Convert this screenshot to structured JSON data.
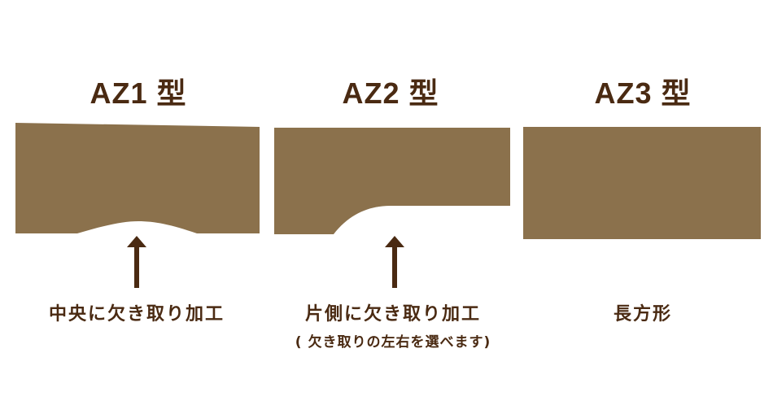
{
  "colors": {
    "board": "#8b714c",
    "text": "#4a2a12",
    "arrow": "#4a2a12"
  },
  "types": [
    {
      "title": "AZ1 型",
      "label": "中央に欠き取り加工",
      "note": ""
    },
    {
      "title": "AZ2 型",
      "label": "片側に欠き取り加工",
      "note": "( 欠き取りの左右を選べます)"
    },
    {
      "title": "AZ3 型",
      "label": "長方形",
      "note": ""
    }
  ]
}
